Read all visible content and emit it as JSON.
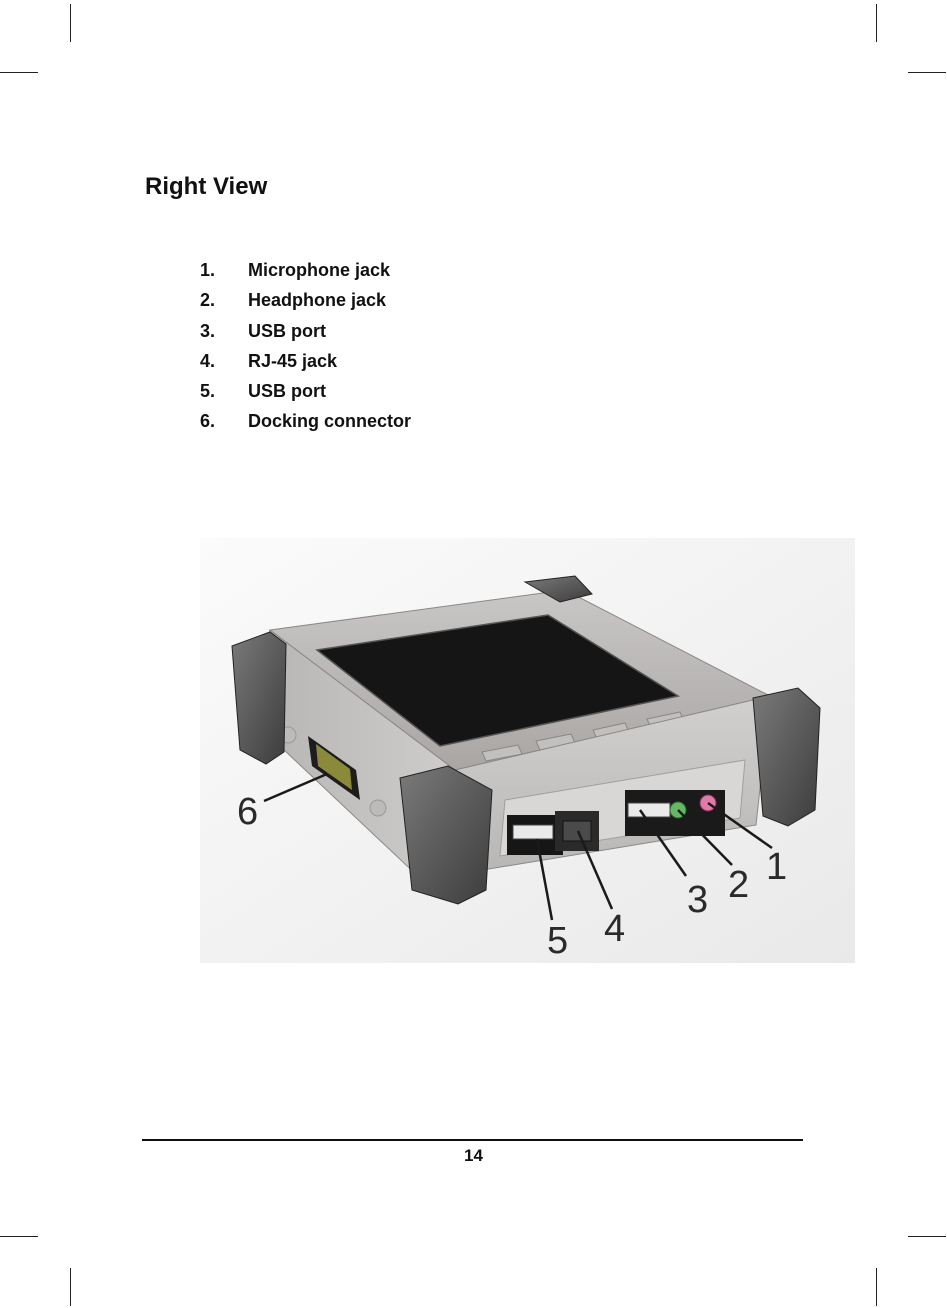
{
  "section_title": "Right View",
  "legend_items": [
    {
      "number": "1.",
      "label": "Microphone jack"
    },
    {
      "number": "2.",
      "label": "Headphone jack"
    },
    {
      "number": "3.",
      "label": "USB port"
    },
    {
      "number": "4.",
      "label": "RJ-45 jack"
    },
    {
      "number": "5.",
      "label": "USB port"
    },
    {
      "number": "6.",
      "label": "Docking connector"
    }
  ],
  "figure": {
    "callouts": [
      "1",
      "2",
      "3",
      "4",
      "5",
      "6"
    ]
  },
  "page_number": "14"
}
